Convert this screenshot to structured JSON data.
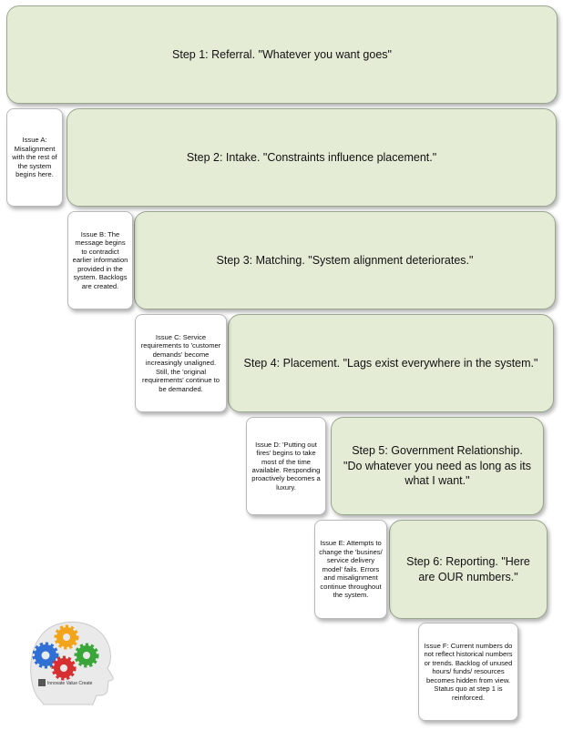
{
  "steps": [
    {
      "text": "Step 1: Referral. \"Whatever you want goes\""
    },
    {
      "text": "Step 2: Intake. \"Constraints influence placement.\""
    },
    {
      "text": "Step 3: Matching. \"System alignment deteriorates.\""
    },
    {
      "text": "Step 4: Placement. \"Lags exist everywhere  in the system.\""
    },
    {
      "text": "Step 5: Government Relationship. \"Do whatever you need  as long as its what I want.\""
    },
    {
      "text": "Step 6: Reporting. \"Here are OUR numbers.\""
    }
  ],
  "issues": [
    {
      "text": "Issue A: Misalignment with the rest of the system begins here."
    },
    {
      "text": "Issue B: The message begins to contradict earlier information provided in the system. Backlogs are created."
    },
    {
      "text": "Issue C: Service requirements to 'customer demands' become increasingly unaligned. Still, the 'original requirements' continue to be demanded."
    },
    {
      "text": "Issue D: 'Putting out fires' begins to take most of the time available. Responding proactively becomes a luxury."
    },
    {
      "text": "Issue E: Attempts to change the 'busines/ service delivery model' fails. Errors and misalignment continue throughout the system."
    },
    {
      "text": "Issue F: Current numbers do not reflect historical numbers or trends. Backlog of unused hours/ funds/ resources becomes hidden from view. Status quo at step 1 is reinforced."
    }
  ],
  "logo": {
    "label": "Innovate  Value  Create",
    "gear_colors": [
      "#f2a51a",
      "#2f6fd6",
      "#3aa63a",
      "#d83030"
    ]
  }
}
